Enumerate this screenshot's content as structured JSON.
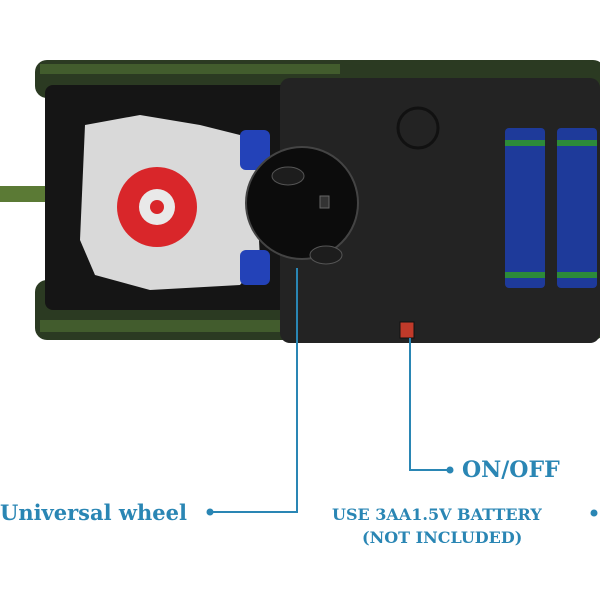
{
  "labels": {
    "universal_wheel": "Universal wheel",
    "on_off": "ON/OFF",
    "battery": "USE 3AA1.5V BATTERY",
    "not_included": "(NOT INCLUDED)"
  },
  "colors": {
    "annotation": "#2a86b4",
    "tank_green": "#3d5a2a",
    "body_dark": "#1f1f1f",
    "battery_blue": "#1e3a9a",
    "battery_green": "#2c8a3a",
    "red_hub": "#d9262a"
  }
}
